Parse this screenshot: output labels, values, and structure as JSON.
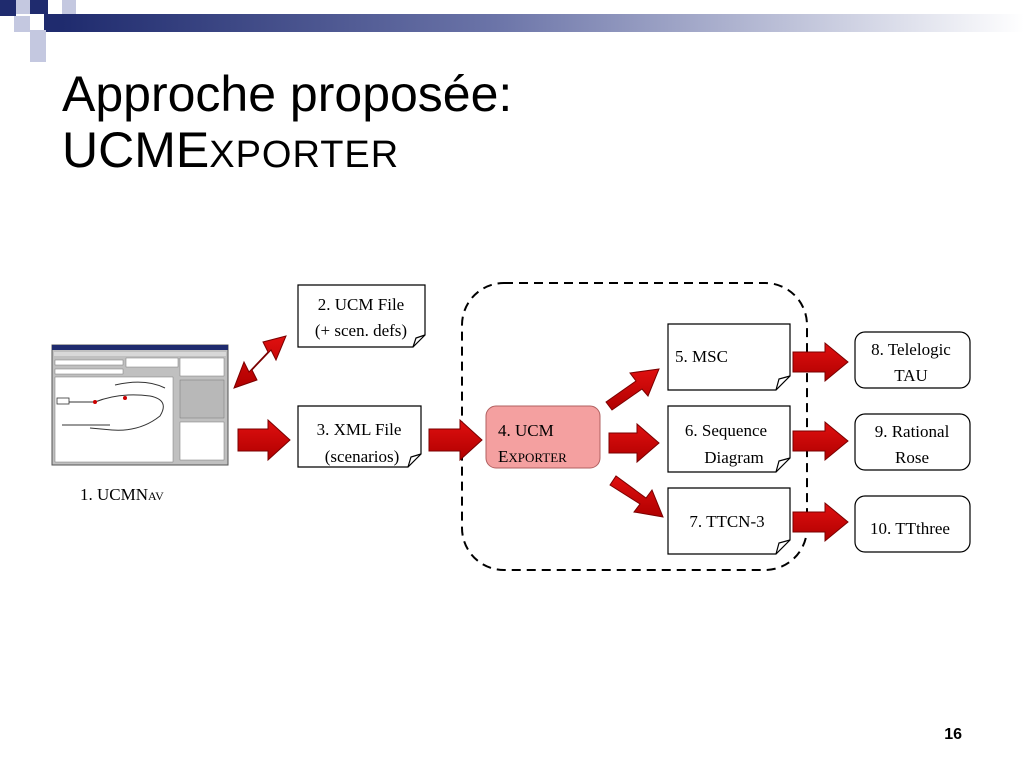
{
  "slide": {
    "title_line1": "Approche proposée:",
    "title_line2_big": "UCME",
    "title_line2_small": "XPORTER",
    "page_number": "16"
  },
  "diagram": {
    "ucmnav_label_main": "1. UCMN",
    "ucmnav_label_small": "AV",
    "ucm_file_line1": "2. UCM File",
    "ucm_file_line2": "(+ scen. defs)",
    "xml_file_line1": "3. XML File",
    "xml_file_line2": "(scenarios)",
    "exporter_line1": "4. UCM",
    "exporter_line2_big": "E",
    "exporter_line2_small": "XPORTER",
    "msc": "5. MSC",
    "seq_line1": "6. Sequence",
    "seq_line2": "Diagram",
    "ttcn": "7. TTCN-3",
    "telelogic_line1": "8. Telelogic",
    "telelogic_line2": "TAU",
    "rose_line1": "9. Rational",
    "rose_line2": "Rose",
    "ttthree": "10. TTthree"
  },
  "colors": {
    "arrow_fill": "#cc0000",
    "exporter_fill": "#f4a0a0",
    "header_navy": "#1f2b6e"
  }
}
